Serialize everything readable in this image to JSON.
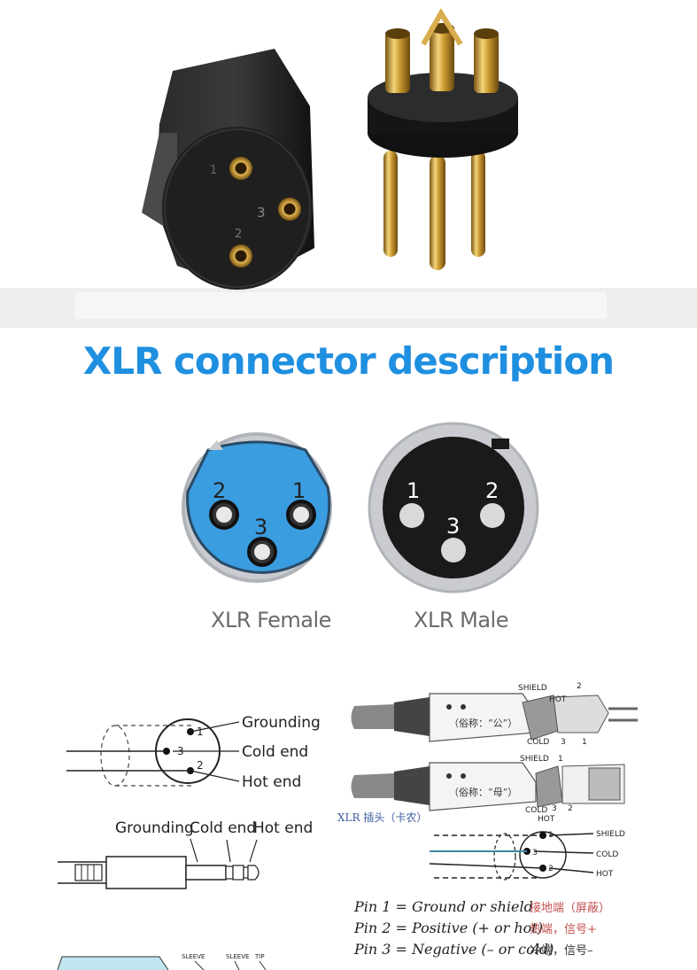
{
  "title": "XLR connector description",
  "female": {
    "caption": "XLR Female",
    "pins": [
      "2",
      "1",
      "3"
    ]
  },
  "male": {
    "caption": "XLR Male",
    "pins": [
      "1",
      "2",
      "3"
    ]
  },
  "photo_female_pins": [
    "1",
    "3",
    "2"
  ],
  "wiring": {
    "pin_labels": [
      "1",
      "3",
      "2"
    ],
    "labels": [
      "Grounding",
      "Cold end",
      "Hot end"
    ]
  },
  "jack": {
    "labels": [
      "Grounding",
      "Cold end",
      "Hot end"
    ],
    "bottom_labels": [
      "SLEEVE",
      "SLEEVE",
      "TIP"
    ]
  },
  "plug_diagram": {
    "male_terms": [
      "SHIELD",
      "HOT",
      "COLD",
      "2",
      "3",
      "1"
    ],
    "male_note": "（俗称：“公”）",
    "female_terms": [
      "SHIELD",
      "COLD",
      "HOT",
      "1",
      "3",
      "2"
    ],
    "female_note": "（俗称：“母”）",
    "caption": "XLR 插头（卡农）",
    "schematic_pins": [
      "1",
      "3",
      "2"
    ],
    "schematic_labels": [
      "SHIELD",
      "COLD",
      "HOT"
    ]
  },
  "legend": [
    {
      "en": "Pin 1 = Ground or shield",
      "cn": "接地端（屏蔽）"
    },
    {
      "en": "Pin 2 = Positive (+ or hot)",
      "cn": "热端，信号+"
    },
    {
      "en": "Pin 3 = Negative (– or cold)",
      "cn": "冷端，信号–"
    }
  ],
  "colors": {
    "title": "#1f8fe0",
    "female_face": "#3a9de0",
    "male_face": "#1a1a1a",
    "bezel": "#c9cbd0"
  }
}
